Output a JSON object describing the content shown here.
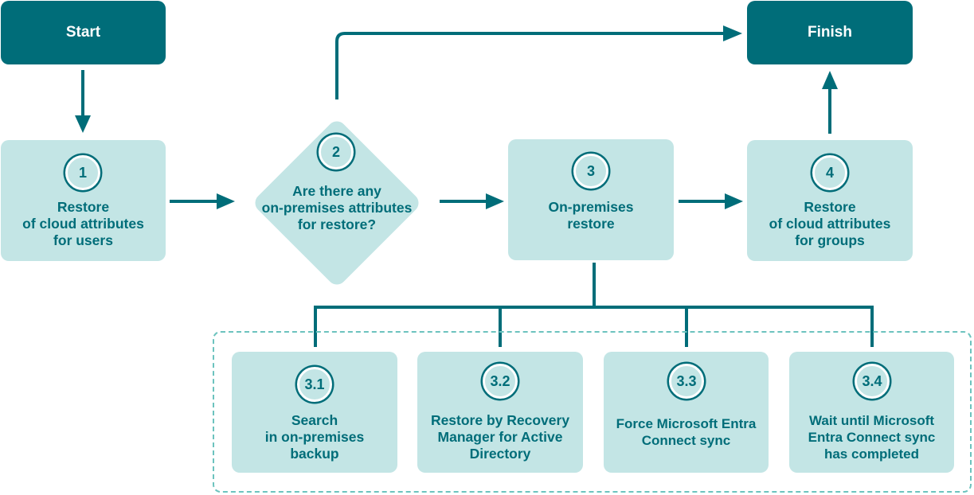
{
  "start": {
    "label": "Start"
  },
  "finish": {
    "label": "Finish"
  },
  "steps": [
    {
      "number": "1",
      "label": "Restore\nof cloud attributes\nfor users"
    },
    {
      "number": "2",
      "label": "Are there any\non-premises attributes\nfor restore?"
    },
    {
      "number": "3",
      "label": "On-premises\nrestore"
    },
    {
      "number": "4",
      "label": "Restore\nof cloud attributes\nfor groups"
    }
  ],
  "substeps": [
    {
      "number": "3.1",
      "label": "Search\nin on-premises\nbackup"
    },
    {
      "number": "3.2",
      "label": "Restore by Recovery\nManager for Active\nDirectory"
    },
    {
      "number": "3.3",
      "label": "Force Microsoft Entra\nConnect sync"
    },
    {
      "number": "3.4",
      "label": "Wait until Microsoft\nEntra Connect sync\nhas completed"
    }
  ],
  "colors": {
    "dark_teal": "#006d79",
    "light_teal": "#c3e5e5",
    "dashed_border": "#6cc3be"
  }
}
